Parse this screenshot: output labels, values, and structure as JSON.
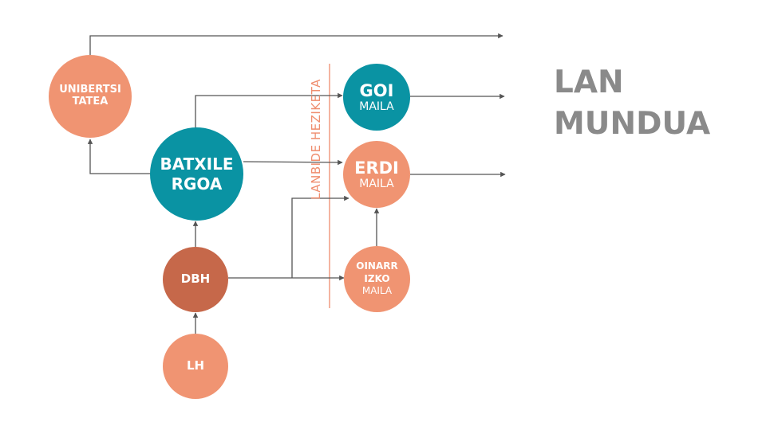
{
  "colors": {
    "teal": "#0a93a3",
    "salmon": "#f09472",
    "dark_salmon": "#c6684a",
    "arrow": "#555555",
    "divider": "#ef8d6e",
    "title_gray": "#8a8a8a"
  },
  "title": {
    "line1": "LAN",
    "line2": "MUNDUA"
  },
  "vertical_label": "LANBIDE HEZIKETA",
  "nodes": {
    "unibertsitatea": {
      "line1": "UNIBERTSI",
      "line2": "TATEA"
    },
    "batxilergoa": {
      "line1": "BATXILE",
      "line2": "RGOA"
    },
    "goi_maila": {
      "line1": "GOI",
      "line2": "MAILA"
    },
    "erdi_maila": {
      "line1": "ERDI",
      "line2": "MAILA"
    },
    "oinarrizko_maila": {
      "line1": "OINARR",
      "line2": "IZKO",
      "line3": "MAILA"
    },
    "dbh": {
      "line1": "DBH"
    },
    "lh": {
      "line1": "LH"
    }
  },
  "edges": [
    {
      "from": "LH",
      "to": "DBH"
    },
    {
      "from": "DBH",
      "to": "BATXILERGOA"
    },
    {
      "from": "DBH",
      "to": "OINARRIZKO MAILA"
    },
    {
      "from": "DBH",
      "to": "ERDI MAILA"
    },
    {
      "from": "BATXILERGOA",
      "to": "UNIBERTSITATEA"
    },
    {
      "from": "BATXILERGOA",
      "to": "GOI MAILA"
    },
    {
      "from": "BATXILERGOA",
      "to": "ERDI MAILA"
    },
    {
      "from": "OINARRIZKO MAILA",
      "to": "ERDI MAILA"
    },
    {
      "from": "UNIBERTSITATEA",
      "to": "LAN MUNDUA"
    },
    {
      "from": "GOI MAILA",
      "to": "LAN MUNDUA"
    },
    {
      "from": "ERDI MAILA",
      "to": "LAN MUNDUA"
    }
  ]
}
